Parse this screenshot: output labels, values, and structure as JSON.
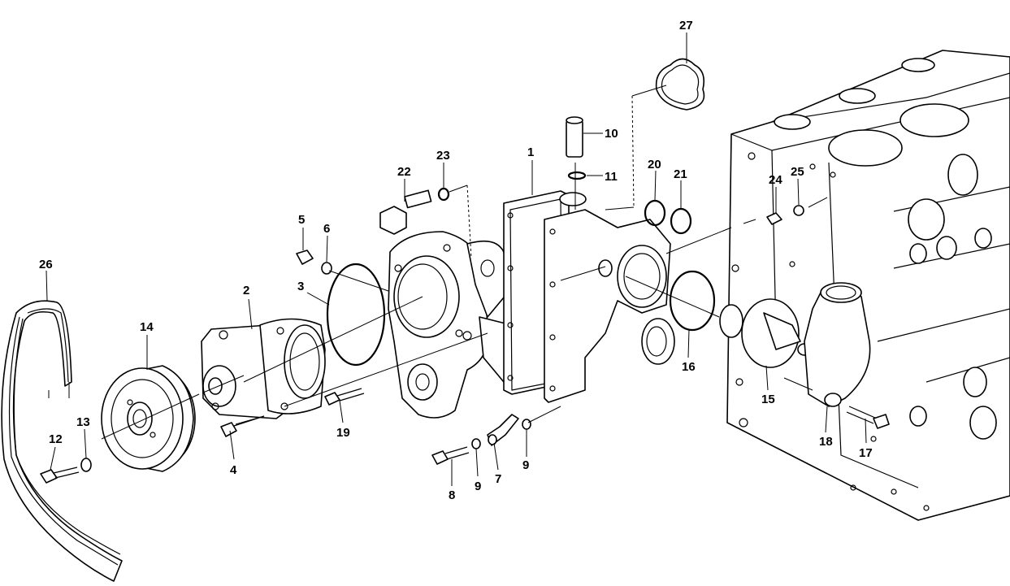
{
  "callouts": [
    "1",
    "2",
    "3",
    "4",
    "5",
    "6",
    "7",
    "8",
    "9",
    "9",
    "10",
    "11",
    "12",
    "13",
    "14",
    "15",
    "16",
    "17",
    "18",
    "19",
    "20",
    "21",
    "22",
    "23",
    "24",
    "25",
    "26",
    "27"
  ]
}
